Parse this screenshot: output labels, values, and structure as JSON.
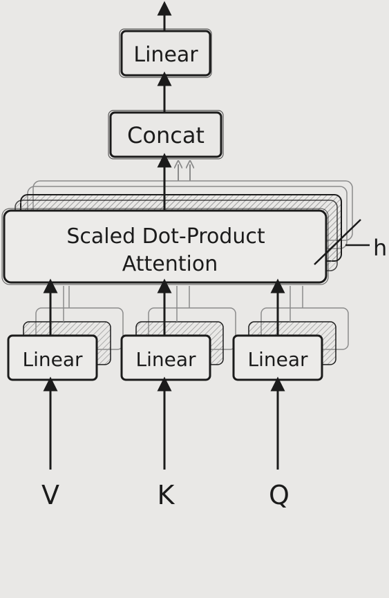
{
  "diagram": {
    "top_linear": "Linear",
    "concat": "Concat",
    "attention_line1": "Scaled Dot-Product",
    "attention_line2": "Attention",
    "heads_label": "h",
    "linear_v": "Linear",
    "linear_k": "Linear",
    "linear_q": "Linear",
    "input_v": "V",
    "input_k": "K",
    "input_q": "Q"
  },
  "colors": {
    "paper": "#e9e8e6",
    "ink": "#1b1b1b",
    "ghost_ink": "#8a8a8a",
    "hatch": "#9a9a9a"
  }
}
